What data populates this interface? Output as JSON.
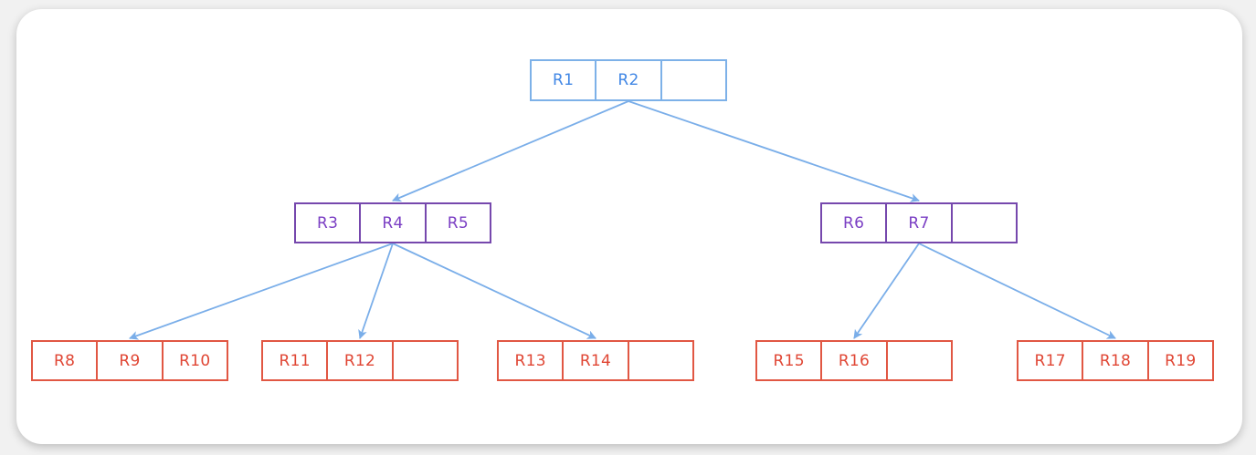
{
  "diagram": {
    "type": "r-tree",
    "nodes": {
      "root": {
        "level": "blue",
        "cells": [
          "R1",
          "R2",
          ""
        ]
      },
      "n1": {
        "level": "purple",
        "cells": [
          "R3",
          "R4",
          "R5"
        ]
      },
      "n2": {
        "level": "purple",
        "cells": [
          "R6",
          "R7",
          ""
        ]
      },
      "leaf1": {
        "level": "red",
        "cells": [
          "R8",
          "R9",
          "R10"
        ]
      },
      "leaf2": {
        "level": "red",
        "cells": [
          "R11",
          "R12",
          ""
        ]
      },
      "leaf3": {
        "level": "red",
        "cells": [
          "R13",
          "R14",
          ""
        ]
      },
      "leaf4": {
        "level": "red",
        "cells": [
          "R15",
          "R16",
          ""
        ]
      },
      "leaf5": {
        "level": "red",
        "cells": [
          "R17",
          "R18",
          "R19"
        ]
      }
    },
    "edges": [
      {
        "from": "root",
        "to": "n1"
      },
      {
        "from": "root",
        "to": "n2"
      },
      {
        "from": "n1",
        "to": "leaf1"
      },
      {
        "from": "n1",
        "to": "leaf2"
      },
      {
        "from": "n1",
        "to": "leaf3"
      },
      {
        "from": "n2",
        "to": "leaf4"
      },
      {
        "from": "n2",
        "to": "leaf5"
      }
    ],
    "colors": {
      "blue_border": "#7db1e8",
      "blue_text": "#4187e5",
      "purple_border": "#7648ad",
      "purple_text": "#7b3fc4",
      "red_border": "#e15743",
      "red_text": "#e04634",
      "arrow": "#7aaee9"
    }
  }
}
